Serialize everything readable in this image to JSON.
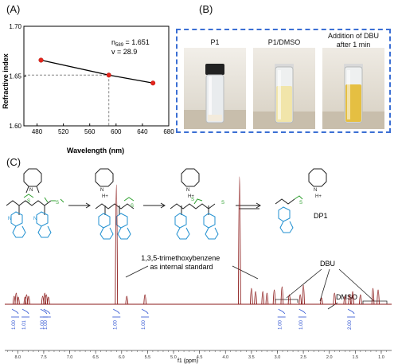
{
  "panels": {
    "a": "(A)",
    "b": "(B)",
    "c": "(C)"
  },
  "panel_a": {
    "y_axis_label": "Refractive index",
    "x_axis_label": "Wavelength (nm)",
    "annotation_n": "n589 = 1.651",
    "annotation_n_main": "n",
    "annotation_n_sub": "589",
    "annotation_n_rest": " = 1.651",
    "annotation_v": "v = 28.9",
    "colors": {
      "points": "#e5251d",
      "line": "#000000",
      "dash": "#888888"
    }
  },
  "chart_data": {
    "type": "line",
    "title": "",
    "xlabel": "Wavelength (nm)",
    "ylabel": "Refractive index",
    "xlim": [
      460,
      680
    ],
    "ylim": [
      1.6,
      1.7
    ],
    "x_ticks": [
      "480",
      "520",
      "560",
      "600",
      "640",
      "680"
    ],
    "y_ticks": [
      "1.60",
      "1.65",
      "1.70"
    ],
    "x": [
      486,
      589,
      656
    ],
    "series": [
      {
        "values": [
          1.666,
          1.651,
          1.643
        ]
      }
    ],
    "highlight": {
      "x": 589,
      "y": 1.651
    },
    "grid": false
  },
  "panel_b": {
    "photos": [
      {
        "caption": "P1"
      },
      {
        "caption": "P1/DMSO"
      },
      {
        "caption": "Addition of DBU after 1 min"
      }
    ],
    "border_color": "#3b6fd4"
  },
  "panel_c": {
    "molecule_label": "DP1",
    "internal_standard_label": "1,3,5-trimethoxybenzene as internal standard",
    "peak_labels": {
      "dbu": "DBU",
      "dmso": "DMSO"
    },
    "integrals": [
      "1.00",
      "1.01",
      "1.00",
      "1.00",
      "1.00",
      "1.00",
      "1.00",
      "1.00",
      "2.00"
    ],
    "x_axis_unit": "f1 (ppm)",
    "x_ticks": [
      "8.0",
      "7.5",
      "7.0",
      "6.5",
      "6.0",
      "5.5",
      "5.0",
      "4.5",
      "4.0",
      "3.5",
      "3.0",
      "2.5",
      "2.0",
      "1.5",
      "1.0"
    ],
    "colors": {
      "spectrum": "#8b1a1a",
      "integral": "#2a4fd0",
      "scaffold": "#1f8fd0",
      "sulfone": "#2fa02f"
    }
  }
}
